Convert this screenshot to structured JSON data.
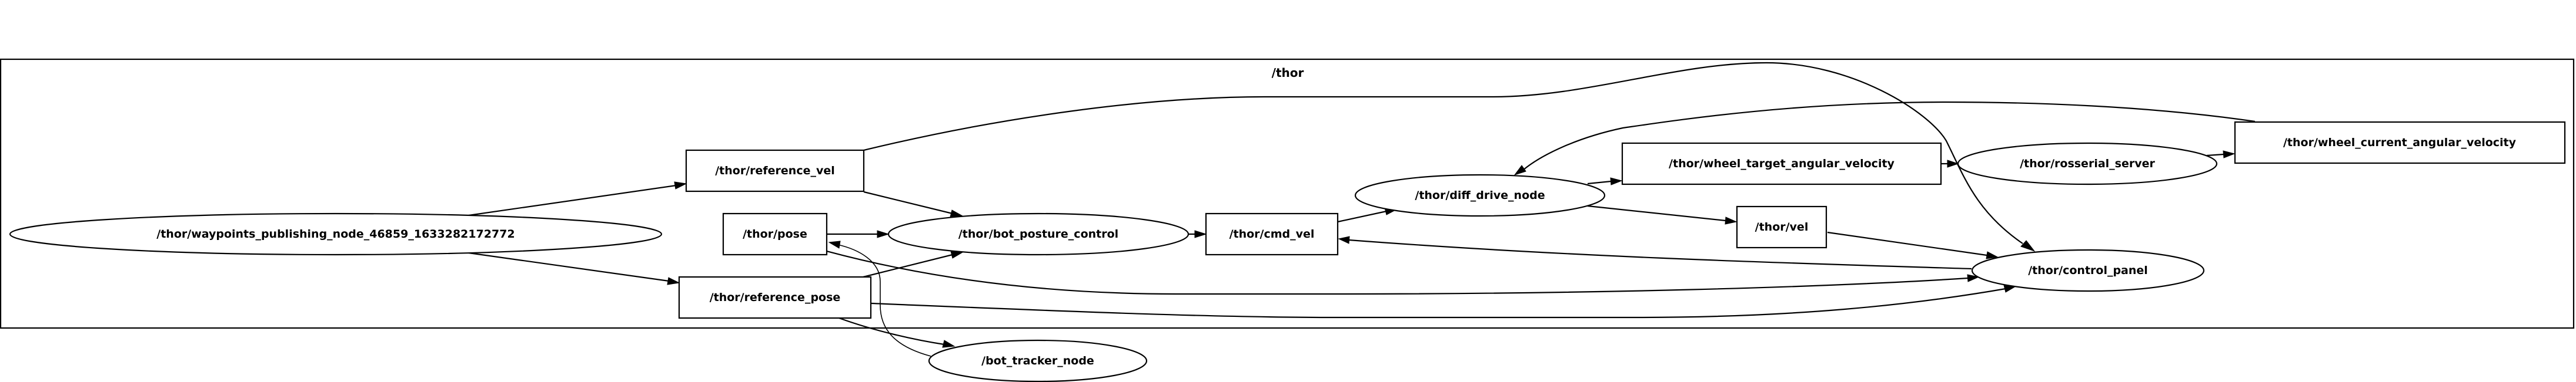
{
  "graph": {
    "cluster": {
      "label": "/thor"
    },
    "nodes": {
      "waypoints_publishing_node": {
        "label": "/thor/waypoints_publishing_node_46859_1633282172772",
        "kind": "node"
      },
      "reference_vel": {
        "label": "/thor/reference_vel",
        "kind": "topic"
      },
      "pose": {
        "label": "/thor/pose",
        "kind": "topic"
      },
      "reference_pose": {
        "label": "/thor/reference_pose",
        "kind": "topic"
      },
      "bot_posture_control": {
        "label": "/thor/bot_posture_control",
        "kind": "node"
      },
      "cmd_vel": {
        "label": "/thor/cmd_vel",
        "kind": "topic"
      },
      "diff_drive_node": {
        "label": "/thor/diff_drive_node",
        "kind": "node"
      },
      "wheel_target_angular_velocity": {
        "label": "/thor/wheel_target_angular_velocity",
        "kind": "topic"
      },
      "vel": {
        "label": "/thor/vel",
        "kind": "topic"
      },
      "rosserial_server": {
        "label": "/thor/rosserial_server",
        "kind": "node"
      },
      "wheel_current_angular_velocity": {
        "label": "/thor/wheel_current_angular_velocity",
        "kind": "topic"
      },
      "control_panel": {
        "label": "/thor/control_panel",
        "kind": "node"
      },
      "bot_tracker_node": {
        "label": "/bot_tracker_node",
        "kind": "node"
      }
    },
    "edges": [
      {
        "from": "/thor/waypoints_publishing_node_46859_1633282172772",
        "to": "/thor/reference_vel"
      },
      {
        "from": "/thor/waypoints_publishing_node_46859_1633282172772",
        "to": "/thor/reference_pose"
      },
      {
        "from": "/thor/reference_vel",
        "to": "/thor/bot_posture_control"
      },
      {
        "from": "/thor/reference_vel",
        "to": "/thor/control_panel"
      },
      {
        "from": "/thor/pose",
        "to": "/thor/bot_posture_control"
      },
      {
        "from": "/thor/pose",
        "to": "/thor/control_panel"
      },
      {
        "from": "/thor/reference_pose",
        "to": "/thor/bot_posture_control"
      },
      {
        "from": "/thor/reference_pose",
        "to": "/thor/control_panel"
      },
      {
        "from": "/thor/reference_pose",
        "to": "/bot_tracker_node"
      },
      {
        "from": "/bot_tracker_node",
        "to": "/thor/pose"
      },
      {
        "from": "/thor/bot_posture_control",
        "to": "/thor/cmd_vel"
      },
      {
        "from": "/thor/cmd_vel",
        "to": "/thor/diff_drive_node"
      },
      {
        "from": "/thor/control_panel",
        "to": "/thor/cmd_vel"
      },
      {
        "from": "/thor/diff_drive_node",
        "to": "/thor/wheel_target_angular_velocity"
      },
      {
        "from": "/thor/diff_drive_node",
        "to": "/thor/vel"
      },
      {
        "from": "/thor/vel",
        "to": "/thor/control_panel"
      },
      {
        "from": "/thor/wheel_target_angular_velocity",
        "to": "/thor/rosserial_server"
      },
      {
        "from": "/thor/rosserial_server",
        "to": "/thor/wheel_current_angular_velocity"
      },
      {
        "from": "/thor/wheel_current_angular_velocity",
        "to": "/thor/diff_drive_node"
      }
    ]
  }
}
